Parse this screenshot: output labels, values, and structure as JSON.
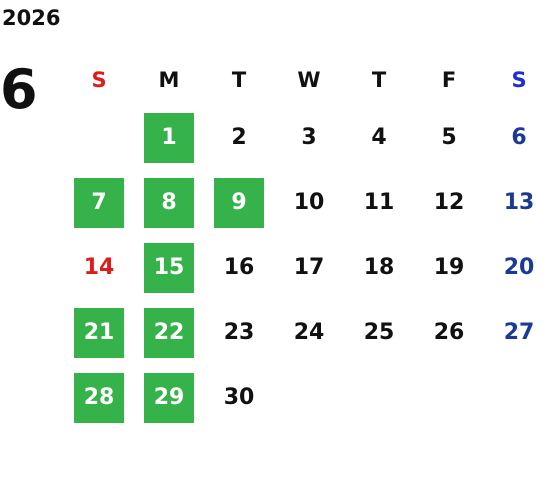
{
  "year": "2026",
  "month": "6",
  "weekday_labels": [
    "S",
    "M",
    "T",
    "W",
    "T",
    "F",
    "S"
  ],
  "colors": {
    "holiday_bg": "#35b34a",
    "sunday_text": "#e21a1a",
    "saturday_text": "#1b3a94",
    "saturday_header": "#1d2fd6"
  },
  "first_weekday_index": 1,
  "days": [
    {
      "day": "1",
      "highlighted": true
    },
    {
      "day": "2",
      "highlighted": false
    },
    {
      "day": "3",
      "highlighted": false
    },
    {
      "day": "4",
      "highlighted": false
    },
    {
      "day": "5",
      "highlighted": false
    },
    {
      "day": "6",
      "highlighted": false
    },
    {
      "day": "7",
      "highlighted": true
    },
    {
      "day": "8",
      "highlighted": true
    },
    {
      "day": "9",
      "highlighted": true
    },
    {
      "day": "10",
      "highlighted": false
    },
    {
      "day": "11",
      "highlighted": false
    },
    {
      "day": "12",
      "highlighted": false
    },
    {
      "day": "13",
      "highlighted": false
    },
    {
      "day": "14",
      "highlighted": false
    },
    {
      "day": "15",
      "highlighted": true
    },
    {
      "day": "16",
      "highlighted": false
    },
    {
      "day": "17",
      "highlighted": false
    },
    {
      "day": "18",
      "highlighted": false
    },
    {
      "day": "19",
      "highlighted": false
    },
    {
      "day": "20",
      "highlighted": false
    },
    {
      "day": "21",
      "highlighted": true
    },
    {
      "day": "22",
      "highlighted": true
    },
    {
      "day": "23",
      "highlighted": false
    },
    {
      "day": "24",
      "highlighted": false
    },
    {
      "day": "25",
      "highlighted": false
    },
    {
      "day": "26",
      "highlighted": false
    },
    {
      "day": "27",
      "highlighted": false
    },
    {
      "day": "28",
      "highlighted": true
    },
    {
      "day": "29",
      "highlighted": true
    },
    {
      "day": "30",
      "highlighted": false
    }
  ]
}
